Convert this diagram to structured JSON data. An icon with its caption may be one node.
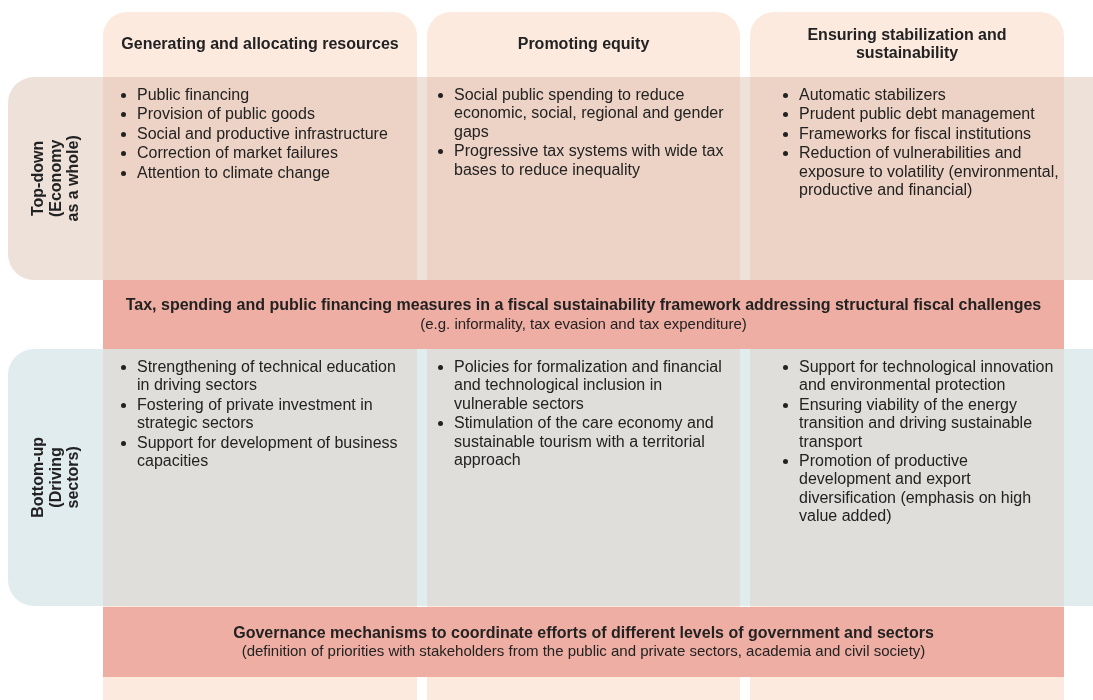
{
  "diagram": {
    "nodes": [
      {
        "text": [
          "Generating and allocating resources"
        ]
      },
      {
        "text": [
          "Promoting equity"
        ]
      },
      {
        "text": [
          "Ensuring stabilization and sustainability"
        ]
      },
      {
        "text": [
          "Top-down (Economy as a whole)"
        ]
      },
      {
        "text": [
          "Bottom-up (Driving sectors)"
        ]
      },
      {
        "text": [
          "Tax, spending and public financing measures in a fiscal sustainability framework addressing structural fiscal challenges",
          "(e.g. informality, tax evasion and tax expenditure)"
        ]
      },
      {
        "text": [
          "Governance mechanisms to coordinate efforts of different levels of government and sectors",
          "(definition of priorities with stakeholders from the public and private sectors, academia and civil society)"
        ]
      }
    ],
    "labels": [
      "Public financing",
      "Provision of public goods",
      "Social and productive infrastructure",
      "Correction of market failures",
      "Attention to climate change",
      "Social public spending to reduce economic, social, regional and gender gaps",
      "Progressive tax systems with wide tax bases to reduce inequality",
      "Automatic stabilizers",
      "Prudent public debt management",
      "Frameworks for fiscal institutions",
      "Reduction of vulnerabilities and exposure to volatility (environmental, productive and financial)",
      "Strengthening of technical education in driving sectors",
      "Fostering of private investment in strategic sectors",
      "Support for development of business capacities",
      "Policies for formalization and financial and technological inclusion in vulnerable sectors",
      "Stimulation of the care economy and sustainable tourism with a territorial approach",
      "Support for technological innovation and environmental protection",
      "Ensuring viability of the energy transition and driving sustainable transport",
      "Promotion of productive development and export diversification (emphasis on high value added)"
    ]
  }
}
